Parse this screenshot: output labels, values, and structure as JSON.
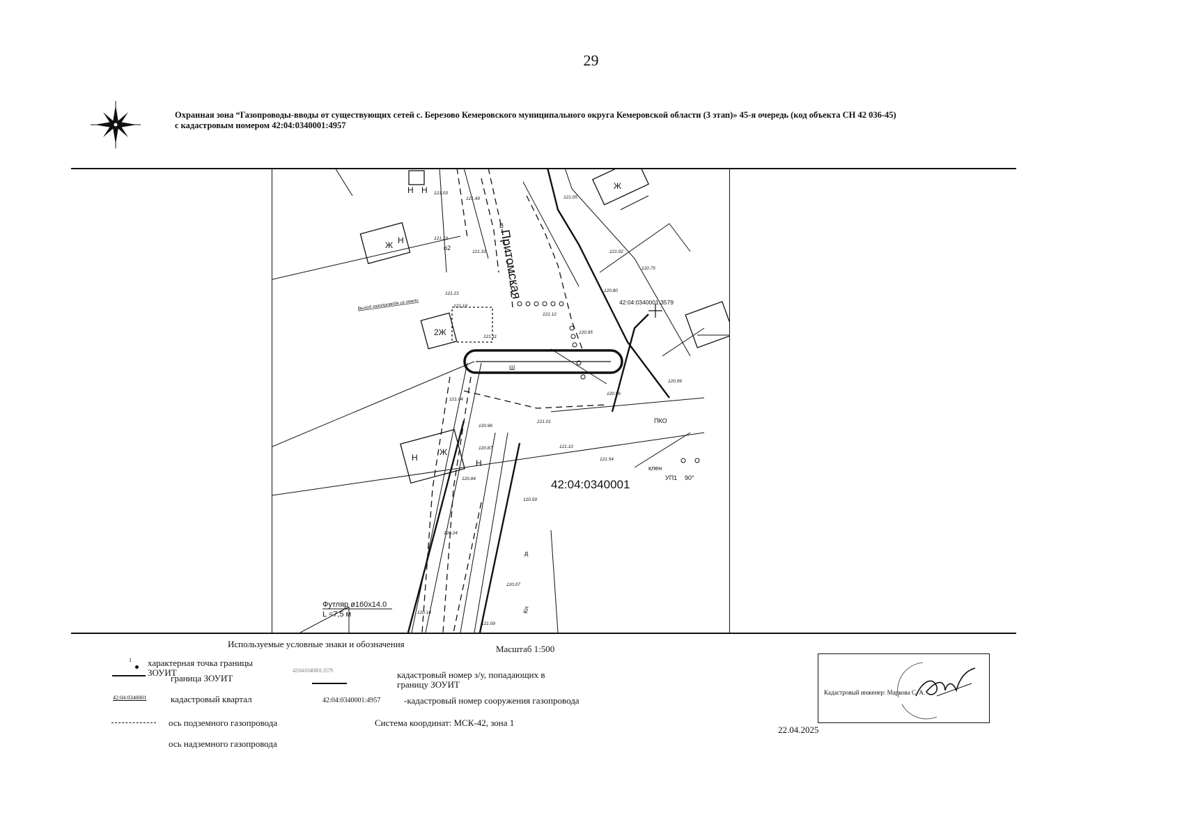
{
  "page_number": "29",
  "title": {
    "line1": "Охранная зона “Газопроводы-вводы от существующих сетей с. Березово Кемеровского муниципального округа Кемеровской области (3 этап)» 45-я очередь (код объекта СН 42 036-45)",
    "line2": "с кадастровым номером 42:04:0340001:4957"
  },
  "map": {
    "street_name": "Притомская",
    "quarter_number": "42:04:0340001",
    "parcel_number": "42:04:0340001:3579",
    "gas_outlet_label": "Выход газопровода из земли",
    "casing_label": "Футляр ø160x14.0",
    "casing_length": "L =7,5 м",
    "building_labels": [
      "Ж",
      "Н",
      "Н",
      "Н",
      "Ж",
      "2Ж",
      "Н",
      "Ж",
      "Н"
    ],
    "elevations": [
      "121.03",
      "121.49",
      "121.19",
      "121.31",
      "121.21",
      "121.19",
      "121.11",
      "121.12",
      "120.95",
      "121.05",
      "121.02",
      "120.75",
      "120.80",
      "120.99",
      "121.04",
      "120.96",
      "120.96",
      "120.87",
      "120.84",
      "121.01",
      "121.10",
      "121.54",
      "120.59",
      "120.24",
      "120.14",
      "120.07",
      "121.09"
    ],
    "misc_labels": [
      "Ш",
      "В",
      "Кн",
      "о2",
      "УП1",
      "90°",
      "клен",
      "ПКО",
      "д"
    ]
  },
  "scale": "Масштаб 1:500",
  "legend": {
    "heading": "Используемые условные  знаки и обозначения",
    "point_marker": "1",
    "items": {
      "char_point_line1": "характерная точка границы",
      "char_point_line2": "ЗОУИТ",
      "zouit_boundary": "граница ЗОУИТ",
      "quarter_sample": "42:04:0340001",
      "quarter_label": "кадастровый квартал",
      "underground_axis": "ось подземного газопровода",
      "aboveground_axis": "ось надземного газопровода",
      "parcel_sample": "42:04:0340001:3579",
      "parcel_line1": "кадастровый номер з/у, попадающих в",
      "parcel_line2": "границу ЗОУИТ",
      "structure_sample": "42:04:0340001:4957",
      "structure_label": "-кадастровый  номер сооружения газопровода"
    },
    "coordinate_system": "Система координат: МСК-42, зона 1"
  },
  "signature_box": {
    "label": "Кадастровый инженер:  Маркова С. А."
  },
  "date": "22.04.2025"
}
